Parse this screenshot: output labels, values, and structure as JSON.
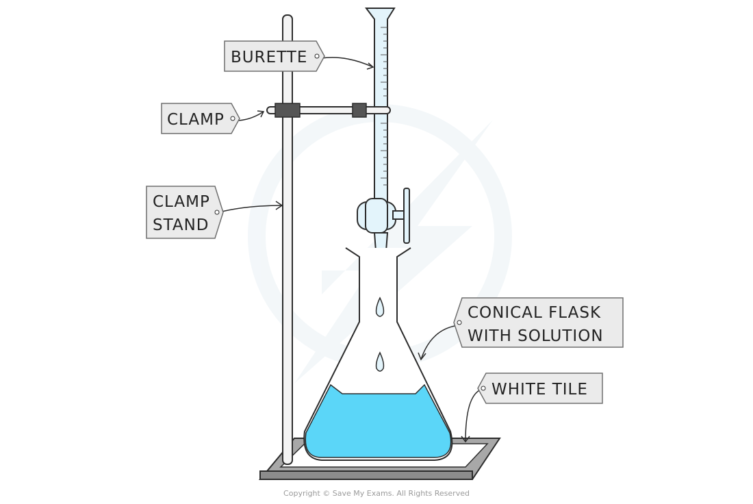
{
  "labels": {
    "burette": "BURETTE",
    "clamp": "CLAMP",
    "clamp_stand_line1": "CLAMP",
    "clamp_stand_line2": "STAND",
    "conical_flask_line1": "CONICAL FLASK",
    "conical_flask_line2": "WITH SOLUTION",
    "white_tile": "WHITE TILE"
  },
  "footer": {
    "copyright": "Copyright © Save My Exams. All Rights Reserved"
  },
  "colors": {
    "outline": "#2b2b2b",
    "tag_fill": "#ebebeb",
    "tag_stroke": "#6e6e6e",
    "burette_fill": "#e3f4fb",
    "solution": "#5bd6f8",
    "base_plate": "#a8a8a8",
    "clamp_block": "#555555",
    "watermark": "#eef3f6"
  }
}
